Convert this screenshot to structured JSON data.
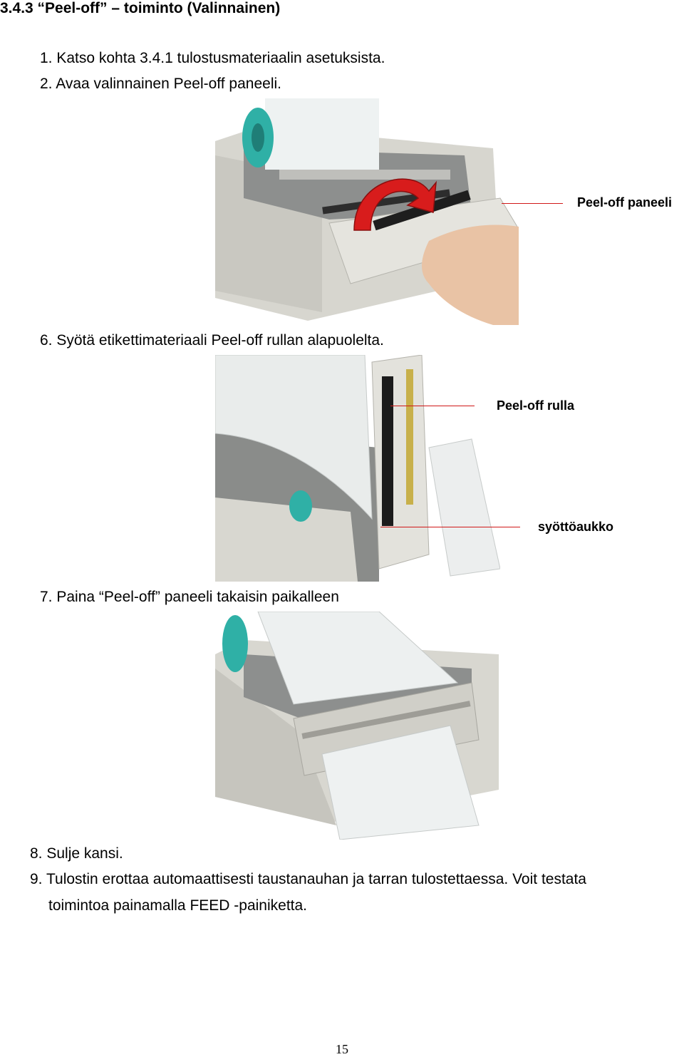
{
  "section": {
    "number": "3.4.3",
    "title": "“Peel-off” – toiminto (Valinnainen)",
    "heading": "3.4.3 “Peel-off” – toiminto (Valinnainen)"
  },
  "steps": {
    "s1": "1. Katso kohta 3.4.1 tulostusmateriaalin asetuksista.",
    "s2": "2. Avaa valinnainen Peel-off paneeli.",
    "s6": "6. Syötä etikettimateriaali Peel-off rullan alapuolelta.",
    "s7": "7. Paina “Peel-off” paneeli takaisin paikalleen",
    "s8": "8. Sulje kansi.",
    "s9_line1": "9. Tulostin erottaa automaattisesti taustanauhan ja tarran tulostettaessa. Voit testata",
    "s9_line2": "toimintoa painamalla FEED -painiketta."
  },
  "callouts": {
    "peel_off_panel": "Peel-off paneeli",
    "peel_off_roller": "Peel-off rulla",
    "feed_slot": "syöttöaukko"
  },
  "page_number": "15",
  "colors": {
    "leader_line": "#d01818",
    "arrow_fill": "#d81c1c",
    "printer_body": "#d9d9d3",
    "spindle": "#2fb0a6"
  }
}
